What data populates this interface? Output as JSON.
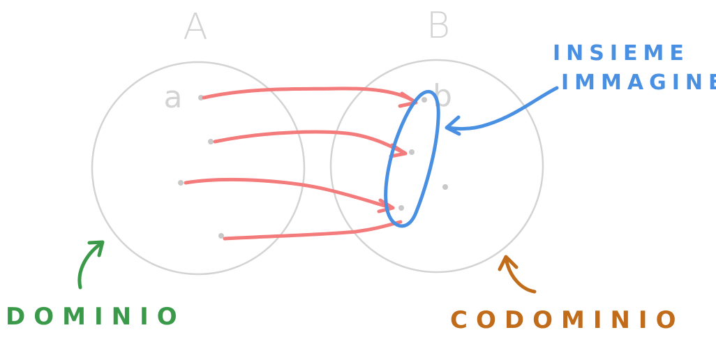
{
  "sets": {
    "domain_set": {
      "name": "A",
      "element_label": "a"
    },
    "codomain_set": {
      "name": "B",
      "element_label": "b"
    }
  },
  "labels": {
    "dominio": "DOMINIO",
    "codominio": "CODOMINIO",
    "insieme_line1": "INSIEME",
    "insieme_line2": "IMMAGINE"
  },
  "colors": {
    "circle": "#d3d3d3",
    "arrow": "#f47b7b",
    "image_set": "#4a90e2",
    "dominio": "#3a9a4a",
    "codominio": "#c06c1a"
  }
}
